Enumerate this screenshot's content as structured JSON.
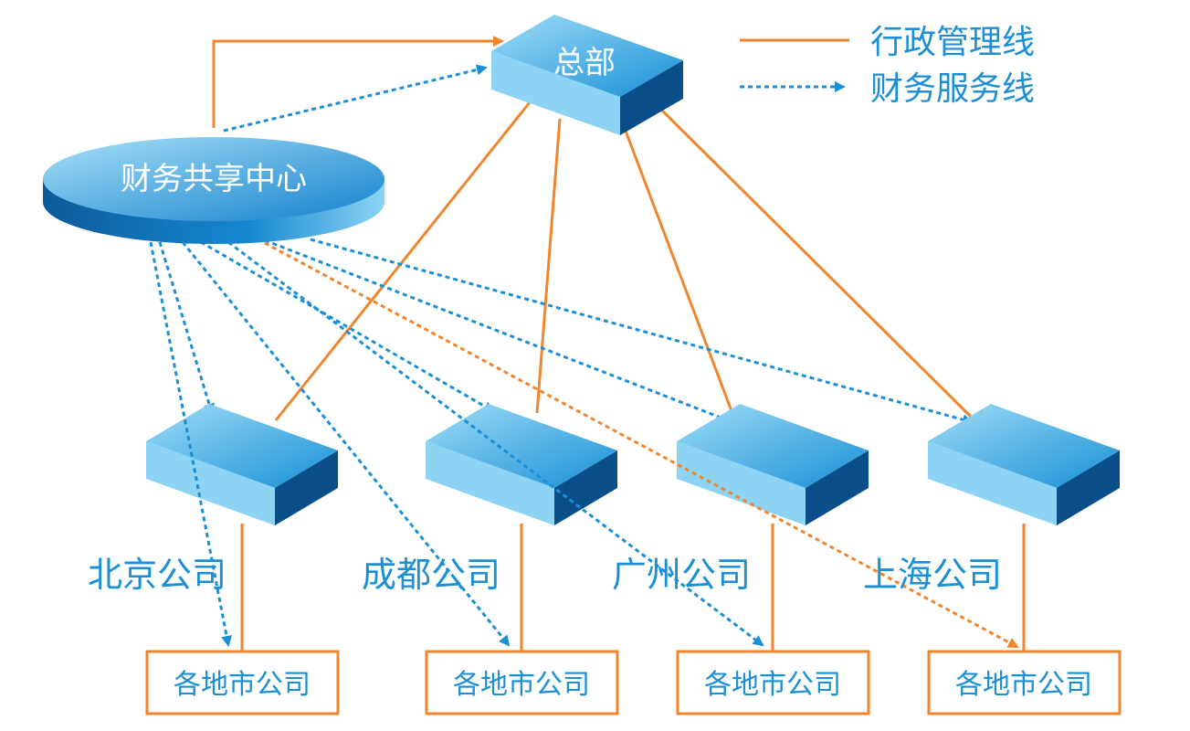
{
  "nodes": {
    "hq": "总部",
    "center": "财务共享中心",
    "companies": [
      "北京公司",
      "成都公司",
      "广州公司",
      "上海公司"
    ],
    "local_label": "各地市公司"
  },
  "legend": {
    "admin_line": "行政管理线",
    "finance_line": "财务服务线"
  },
  "colors": {
    "admin": "#f0852d",
    "finance": "#1a8fd6",
    "company_text": "#1a8fd6",
    "box_top_light": "#8dd3f4",
    "box_top_dark": "#1b9ad9",
    "box_side_dark": "#0b4f8a",
    "box_side_light": "#7fd0f3"
  }
}
